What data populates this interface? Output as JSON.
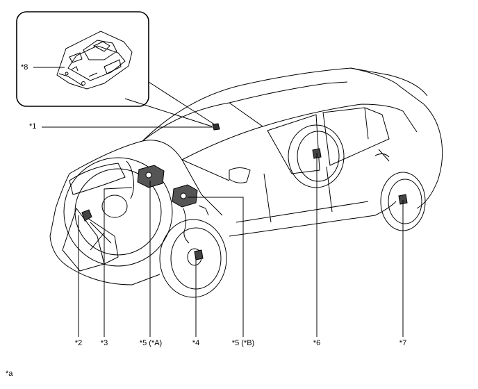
{
  "callouts": {
    "c1": "*1",
    "c2": "*2",
    "c3": "*3",
    "c4": "*4",
    "c5a": "*5 (*A)",
    "c5b": "*5 (*B)",
    "c6": "*6",
    "c7": "*7",
    "c8": "*8"
  },
  "footnote": "*a"
}
